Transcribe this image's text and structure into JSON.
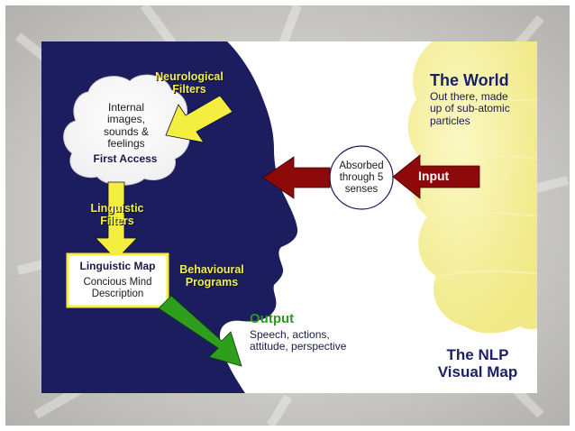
{
  "diagram": {
    "title": {
      "line1": "The NLP",
      "line2": "Visual Map"
    },
    "neurological_filters": {
      "line1": "Neurological",
      "line2": "Filters"
    },
    "internal_cloud": {
      "line1": "Internal",
      "line2": "images,",
      "line3": "sounds &",
      "line4": "feelings",
      "first_access": "First Access"
    },
    "linguistic_filters": {
      "line1": "Linguistic",
      "line2": "Filters"
    },
    "linguistic_map": {
      "title": "Linguistic Map",
      "line1": "Concious Mind",
      "line2": "Description"
    },
    "behavioural_programs": {
      "line1": "Behavioural",
      "line2": "Programs"
    },
    "output": {
      "label": "Output",
      "line1": "Speech, actions,",
      "line2": "attitude, perspective"
    },
    "absorbed": {
      "line1": "Absorbed",
      "line2": "through 5",
      "line3": "senses"
    },
    "input": {
      "label": "Input"
    },
    "world": {
      "title": "The World",
      "line1": "Out there, made",
      "line2": "up of sub-atomic",
      "line3": "particles"
    }
  },
  "colors": {
    "navy": "#1c1d5e",
    "yellow_arrow": "#f4ef3e",
    "cloud_yellow": "#f7f39e",
    "red_arrow": "#8e0a0a",
    "green_arrow": "#2e9e1c",
    "output_green": "#2a9a1e",
    "title_navy": "#1b1f66"
  }
}
